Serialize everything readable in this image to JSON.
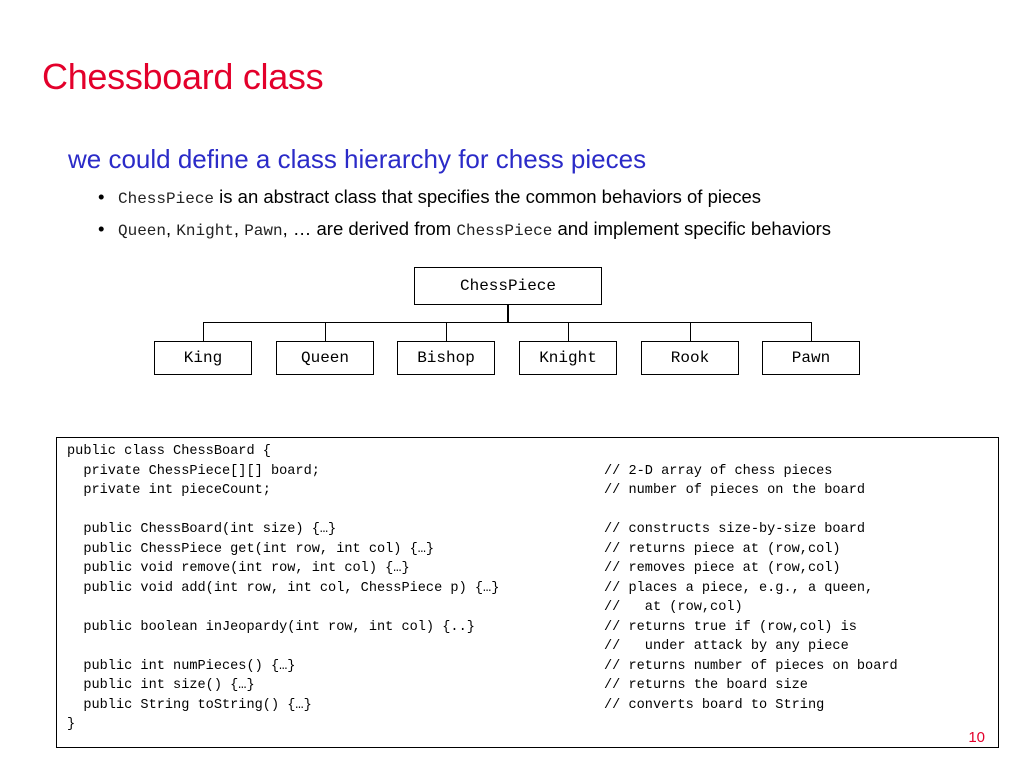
{
  "slide": {
    "title": "Chessboard class",
    "subtitle": "we could define a class hierarchy for chess pieces",
    "page_number": "10"
  },
  "bullets": [
    {
      "code": "ChessPiece",
      "text": " is an abstract class that specifies the common behaviors of pieces"
    },
    {
      "code1": "Queen",
      "sep1": ", ",
      "code2": "Knight",
      "sep2": ", ",
      "code3": "Pawn",
      "text1": ", … are derived from ",
      "code4": "ChessPiece",
      "text2": " and implement specific behaviors"
    }
  ],
  "hierarchy": {
    "root": "ChessPiece",
    "children": [
      "King",
      "Queen",
      "Bishop",
      "Knight",
      "Rook",
      "Pawn"
    ]
  },
  "code": {
    "lines": [
      "public class ChessBoard {",
      "  private ChessPiece[][] board;",
      "  private int pieceCount;",
      "",
      "  public ChessBoard(int size) {…}",
      "  public ChessPiece get(int row, int col) {…}",
      "  public void remove(int row, int col) {…}",
      "  public void add(int row, int col, ChessPiece p) {…}",
      "",
      "  public boolean inJeopardy(int row, int col) {..}",
      "",
      "  public int numPieces() {…}",
      "  public int size() {…}",
      "  public String toString() {…}",
      "}"
    ],
    "comments": [
      "",
      "// 2-D array of chess pieces",
      "// number of pieces on the board",
      "",
      "// constructs size-by-size board",
      "// returns piece at (row,col)",
      "// removes piece at (row,col)",
      "// places a piece, e.g., a queen,",
      "//   at (row,col)",
      "// returns true if (row,col) is",
      "//   under attack by any piece",
      "// returns number of pieces on board",
      "// returns the board size",
      "// converts board to String",
      ""
    ]
  },
  "colors": {
    "title": "#e3002b",
    "subtitle": "#2b2bc8",
    "page_number": "#e3002b"
  }
}
